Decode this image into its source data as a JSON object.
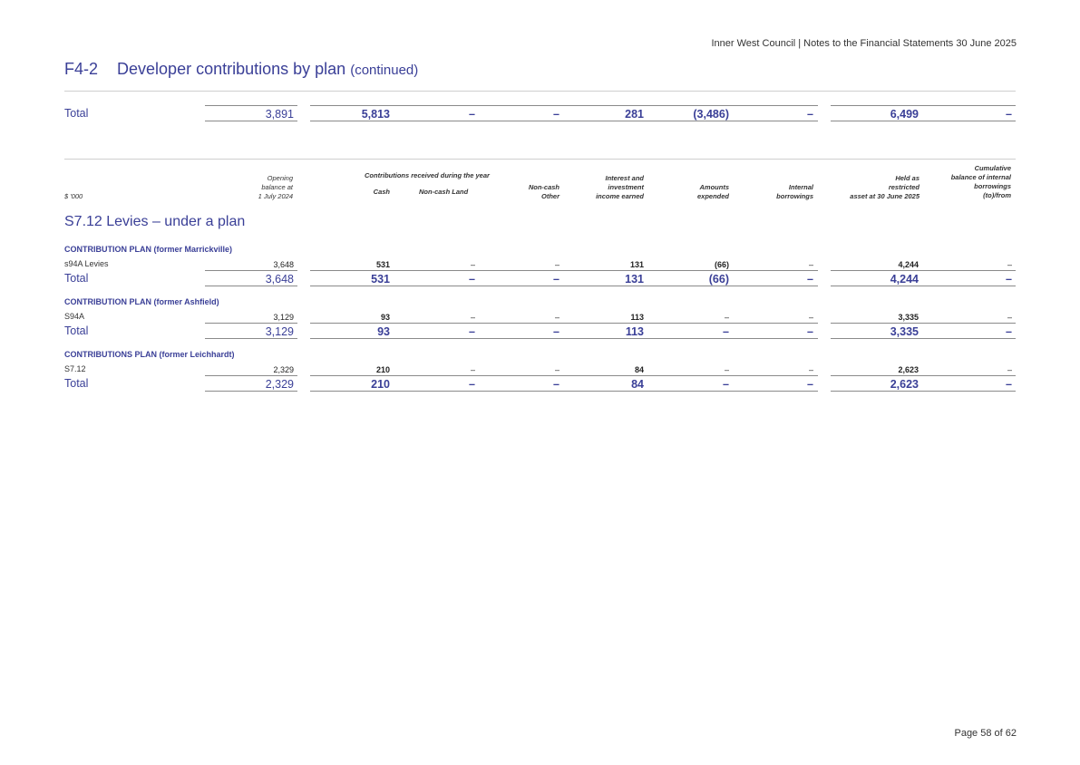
{
  "header": {
    "text": "Inner West Council | Notes to the Financial Statements 30 June 2025"
  },
  "title": {
    "code": "F4-2",
    "text": "Developer contributions by plan",
    "continued": "(continued)"
  },
  "top_total": {
    "label": "Total",
    "values": [
      "3,891",
      "5,813",
      "–",
      "–",
      "281",
      "(3,486)",
      "–",
      "6,499",
      "–"
    ]
  },
  "columns": {
    "unit": "$ '000",
    "opening": [
      "Opening",
      "balance at",
      "1 July 2024"
    ],
    "contrib_group": "Contributions received during the year",
    "cash": "Cash",
    "noncash_land": "Non-cash Land",
    "noncash_other": [
      "Non-cash",
      "Other"
    ],
    "interest": [
      "Interest and",
      "investment",
      "income earned"
    ],
    "expended": [
      "Amounts",
      "expended"
    ],
    "borrowings": [
      "Internal",
      "borrowings"
    ],
    "held": [
      "Held as",
      "restricted",
      "asset at 30 June 2025"
    ],
    "cumulative": [
      "Cumulative",
      "balance of internal",
      "borrowings",
      "(to)/from"
    ]
  },
  "section": {
    "title": "S7.12 Levies – under a plan"
  },
  "plans": [
    {
      "name": "CONTRIBUTION PLAN (former Marrickville)",
      "row": {
        "label": "s94A Levies",
        "values": [
          "3,648",
          "531",
          "–",
          "–",
          "131",
          "(66)",
          "–",
          "4,244",
          "–"
        ]
      },
      "total": {
        "label": "Total",
        "values": [
          "3,648",
          "531",
          "–",
          "–",
          "131",
          "(66)",
          "–",
          "4,244",
          "–"
        ]
      }
    },
    {
      "name": "CONTRIBUTION PLAN (former Ashfield)",
      "row": {
        "label": "S94A",
        "values": [
          "3,129",
          "93",
          "–",
          "–",
          "113",
          "–",
          "–",
          "3,335",
          "–"
        ]
      },
      "total": {
        "label": "Total",
        "values": [
          "3,129",
          "93",
          "–",
          "–",
          "113",
          "–",
          "–",
          "3,335",
          "–"
        ]
      }
    },
    {
      "name": "CONTRIBUTIONS PLAN (former Leichhardt)",
      "row": {
        "label": "S7.12",
        "values": [
          "2,329",
          "210",
          "–",
          "–",
          "84",
          "–",
          "–",
          "2,623",
          "–"
        ]
      },
      "total": {
        "label": "Total",
        "values": [
          "2,329",
          "210",
          "–",
          "–",
          "84",
          "–",
          "–",
          "2,623",
          "–"
        ]
      }
    }
  ],
  "footer": {
    "page": "Page 58 of 62"
  }
}
